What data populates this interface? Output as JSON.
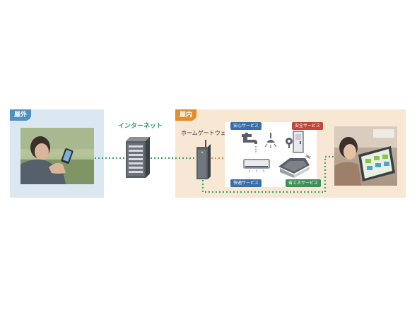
{
  "outside": {
    "label": "屋外"
  },
  "inside": {
    "label": "屋内"
  },
  "internet": {
    "label": "インターネット"
  },
  "gateway": {
    "label": "ホームゲートウェイ"
  },
  "services": {
    "safety_peace": "安心サービス",
    "security": "安全サービス",
    "comfort": "快適サービス",
    "energy_saving": "省エネサービス"
  },
  "colors": {
    "outside_bg": "#dbe8f2",
    "outside_accent": "#4f8fc2",
    "inside_bg": "#f8e7d2",
    "inside_accent": "#e58a2d",
    "internet_text": "#2f9a7a",
    "link_green": "#3aa36b",
    "link_orange": "#f08a3c",
    "badge_blue": "#3a6ea8",
    "badge_red": "#c0473b",
    "badge_green": "#3f8f57"
  }
}
